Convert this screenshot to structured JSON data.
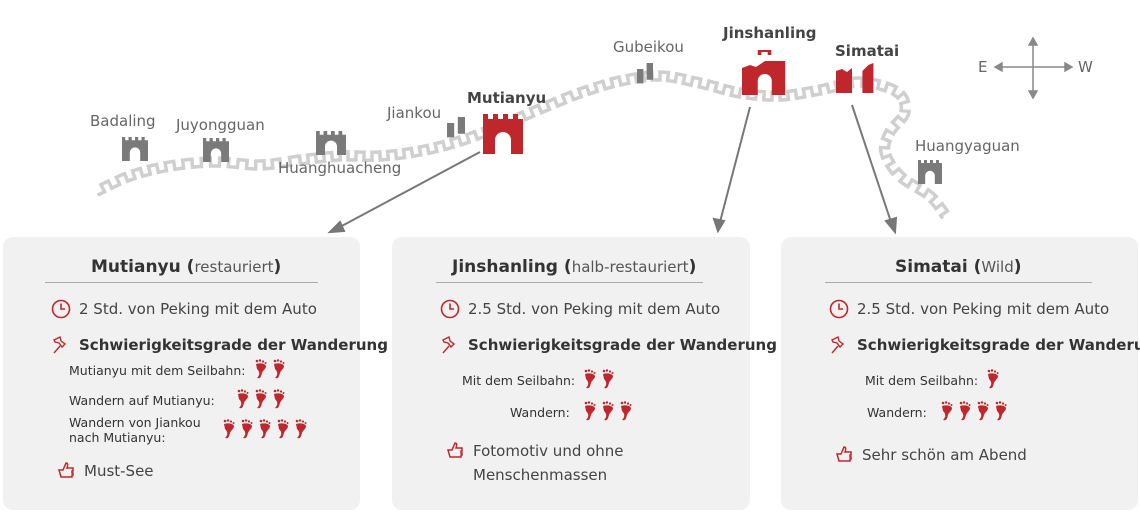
{
  "map": {
    "locations": [
      {
        "name": "Badaling",
        "highlight": false
      },
      {
        "name": "Juyongguan",
        "highlight": false
      },
      {
        "name": "Huanghuacheng",
        "highlight": false
      },
      {
        "name": "Jiankou",
        "highlight": false
      },
      {
        "name": "Mutianyu",
        "highlight": true
      },
      {
        "name": "Gubeikou",
        "highlight": false
      },
      {
        "name": "Jinshanling",
        "highlight": true
      },
      {
        "name": "Simatai",
        "highlight": true
      },
      {
        "name": "Huangyaguan",
        "highlight": false
      }
    ],
    "compass": {
      "east": "E",
      "west": "W"
    },
    "colors": {
      "accent": "#c0272d",
      "tower": "#7a7a7a",
      "wall": "#cccccc"
    }
  },
  "cards": [
    {
      "title": "Mutianyu",
      "qualifier": "restauriert",
      "time": "2 Std. von Peking mit dem Auto",
      "difficulty_heading": "Schwierigkeitsgrade der Wanderung",
      "ratings": [
        {
          "label": "Mutianyu mit dem Seilbahn:",
          "feet": 2
        },
        {
          "label": "Wandern auf Mutianyu:",
          "feet": 3
        },
        {
          "label": "Wandern von Jiankou nach Mutianyu:",
          "feet": 5
        }
      ],
      "highlight": "Must-See"
    },
    {
      "title": "Jinshanling",
      "qualifier": "halb-restauriert",
      "time": "2.5 Std. von Peking mit dem Auto",
      "difficulty_heading": "Schwierigkeitsgrade der Wanderung",
      "ratings": [
        {
          "label": "Mit dem Seilbahn:",
          "feet": 2
        },
        {
          "label": "Wandern:",
          "feet": 3
        }
      ],
      "highlight": "Fotomotiv und ohne Menschenmassen"
    },
    {
      "title": "Simatai",
      "qualifier": "Wild",
      "time": "2.5 Std. von Peking mit dem Auto",
      "difficulty_heading": "Schwierigkeitsgrade der Wanderung",
      "ratings": [
        {
          "label": "Mit dem Seilbahn:",
          "feet": 1
        },
        {
          "label": "Wandern:",
          "feet": 4
        }
      ],
      "highlight": "Sehr schön am Abend"
    }
  ]
}
